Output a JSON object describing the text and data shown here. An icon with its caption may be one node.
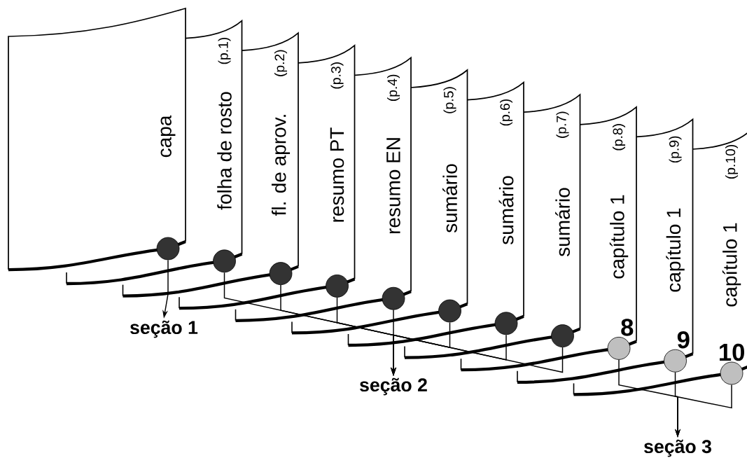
{
  "diagram": {
    "nodes": [
      {
        "text": [
          "capa"
        ]
      },
      {
        "text": [
          "folha de rosto",
          "(p.1)"
        ]
      },
      {
        "text": [
          "fl. de aprov.",
          "(p.2)"
        ]
      },
      {
        "text": [
          "resumo PT",
          "(p.3)"
        ]
      },
      {
        "text": [
          "resumo EN",
          "(p.4)"
        ]
      },
      {
        "text": [
          "sumário",
          "(p.5)"
        ]
      },
      {
        "text": [
          "sumário",
          "(p.6)"
        ]
      },
      {
        "text": [
          "sumário",
          "(p.7)"
        ]
      },
      {
        "text": [
          "capítulo 1",
          "(p.8)"
        ]
      },
      {
        "text": [
          "capítulo 1",
          "(p.9)"
        ]
      },
      {
        "text": [
          "capítulo 1",
          "(p.10)"
        ]
      },
      {
        "text": [],
        "shape": "circle"
      },
      {
        "text": [],
        "shape": "circle"
      },
      {
        "text": [],
        "shape": "circle"
      },
      {
        "text": [],
        "shape": "circle"
      },
      {
        "text": [],
        "shape": "circle"
      },
      {
        "text": [],
        "shape": "circle"
      },
      {
        "text": [],
        "shape": "circle"
      },
      {
        "text": [],
        "shape": "circle"
      },
      {
        "text": [],
        "shape": "circle",
        "beside": [
          "8"
        ]
      },
      {
        "text": [],
        "shape": "circle",
        "beside": [
          "9"
        ]
      },
      {
        "text": [],
        "shape": "circle",
        "beside": [
          "10"
        ]
      },
      {
        "text": [
          "seção 1"
        ]
      },
      {
        "text": [
          "seção 2"
        ]
      },
      {
        "text": [
          "seção 3"
        ]
      }
    ],
    "edges": [
      {
        "from": 11,
        "to": 22,
        "arrow": "to"
      },
      {
        "from": 12,
        "to": 23,
        "arrow": "to"
      },
      {
        "from": 13,
        "to": 23,
        "arrow": "to"
      },
      {
        "from": 14,
        "to": 23,
        "arrow": "to"
      },
      {
        "from": 15,
        "to": 23,
        "arrow": "to"
      },
      {
        "from": 16,
        "to": 23,
        "arrow": "to"
      },
      {
        "from": 17,
        "to": 23,
        "arrow": "to"
      },
      {
        "from": 18,
        "to": 23,
        "arrow": "to"
      },
      {
        "from": 19,
        "to": 24,
        "arrow": "to"
      },
      {
        "from": 20,
        "to": 24,
        "arrow": "to"
      },
      {
        "from": 21,
        "to": 24,
        "arrow": "to"
      }
    ]
  }
}
